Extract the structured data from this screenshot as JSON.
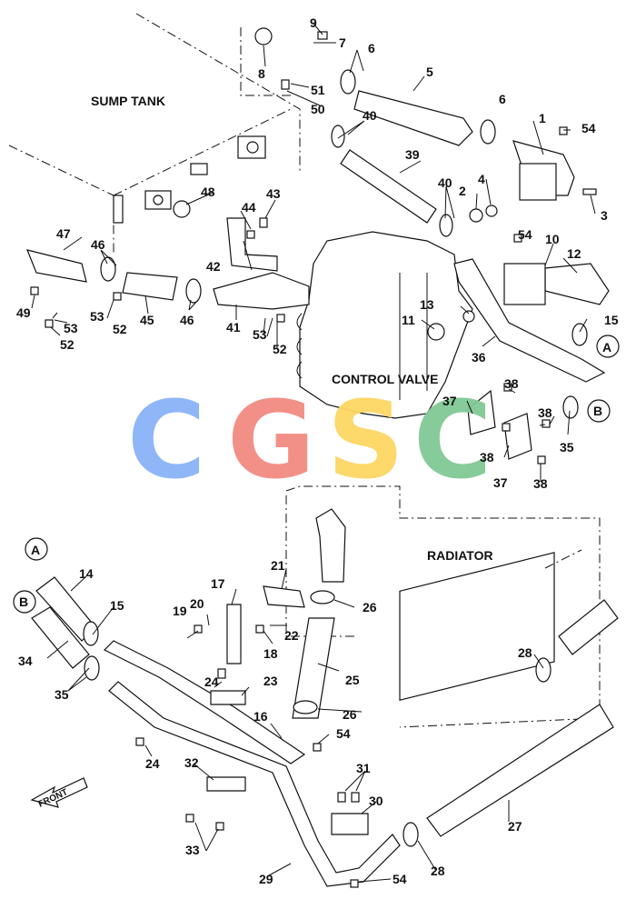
{
  "diagram": {
    "area_labels": {
      "sump_tank": "SUMP TANK",
      "control_valve": "CONTROL VALVE",
      "radiator": "RADIATOR"
    },
    "front_label": "FRONT",
    "watermark": {
      "text": "CGSC",
      "letters": [
        "C",
        "G",
        "S",
        "C"
      ],
      "colors": [
        "#8ab4f8",
        "#f28b82",
        "#fdd663",
        "#81c995"
      ]
    },
    "callouts": {
      "c1": "1",
      "c2": "2",
      "c3": "3",
      "c4": "4",
      "c5": "5",
      "c6a": "6",
      "c6b": "6",
      "c7": "7",
      "c8": "8",
      "c9": "9",
      "c10": "10",
      "c11": "11",
      "c12": "12",
      "c13": "13",
      "c14": "14",
      "c15a": "15",
      "c15b": "15",
      "c16": "16",
      "c17": "17",
      "c18": "18",
      "c19": "19",
      "c20": "20",
      "c21": "21",
      "c22": "22",
      "c23": "23",
      "c24a": "24",
      "c24b": "24",
      "c25": "25",
      "c26a": "26",
      "c26b": "26",
      "c27": "27",
      "c28a": "28",
      "c28b": "28",
      "c29": "29",
      "c30": "30",
      "c31": "31",
      "c32": "32",
      "c33": "33",
      "c34": "34",
      "c35a": "35",
      "c35b": "35",
      "c36": "36",
      "c37a": "37",
      "c37b": "37",
      "c38a": "38",
      "c38b": "38",
      "c38c": "38",
      "c38d": "38",
      "c39": "39",
      "c40a": "40",
      "c40b": "40",
      "c41": "41",
      "c42": "42",
      "c43": "43",
      "c44": "44",
      "c45": "45",
      "c46a": "46",
      "c46b": "46",
      "c47": "47",
      "c48": "48",
      "c49": "49",
      "c50": "50",
      "c51": "51",
      "c52a": "52",
      "c52b": "52",
      "c52c": "52",
      "c53a": "53",
      "c53b": "53",
      "c53c": "53",
      "c54a": "54",
      "c54b": "54",
      "c54c": "54",
      "c54d": "54"
    },
    "connectors": {
      "a1": "A",
      "a2": "A",
      "b1": "B",
      "b2": "B"
    }
  }
}
